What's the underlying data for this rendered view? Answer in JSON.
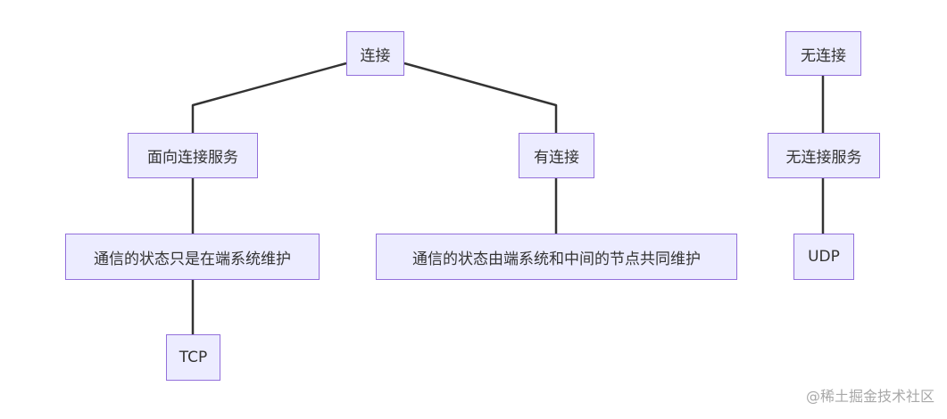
{
  "diagram": {
    "nodes": {
      "connection": "连接",
      "connection_oriented_service": "面向连接服务",
      "stateful_connection": "有连接",
      "connectionless": "无连接",
      "connectionless_service": "无连接服务",
      "state_end_systems": "通信的状态只是在端系统维护",
      "state_end_and_intermediate": "通信的状态由端系统和中间的节点共同维护",
      "udp": "UDP",
      "tcp": "TCP"
    },
    "edges": [
      [
        "connection",
        "connection_oriented_service"
      ],
      [
        "connection",
        "stateful_connection"
      ],
      [
        "connection_oriented_service",
        "state_end_systems"
      ],
      [
        "state_end_systems",
        "tcp"
      ],
      [
        "stateful_connection",
        "state_end_and_intermediate"
      ],
      [
        "connectionless",
        "connectionless_service"
      ],
      [
        "connectionless_service",
        "udp"
      ]
    ],
    "colors": {
      "node_fill": "#ececff",
      "node_border": "#9370db",
      "edge": "#333333",
      "text": "#333333"
    }
  },
  "watermark": "@稀土掘金技术社区"
}
